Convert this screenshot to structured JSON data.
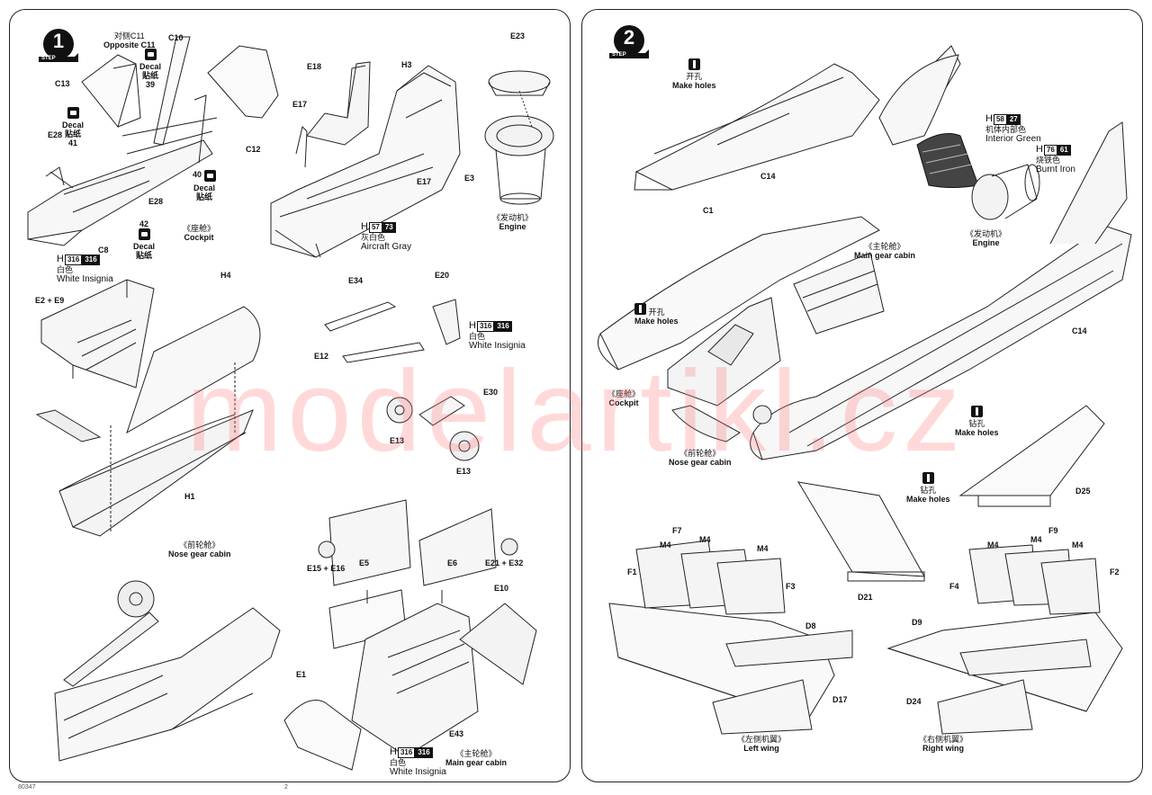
{
  "watermark": "modelartikl.cz",
  "footer": {
    "code": "80347",
    "page": "2"
  },
  "step1": {
    "step_label": "STEP",
    "step_number": "1",
    "parts": {
      "C10": "C10",
      "C11_cn": "对侧C11",
      "C11_en": "Opposite C11",
      "C13": "C13",
      "E28a": "E28",
      "E28b": "E28",
      "C8": "C8",
      "C12": "C12",
      "E18": "E18",
      "H3": "H3",
      "E17a": "E17",
      "E17b": "E17",
      "E23": "E23",
      "E3": "E3",
      "E2E9": "E2 + E9",
      "H4": "H4",
      "H1": "H1",
      "E34": "E34",
      "E20": "E20",
      "E12": "E12",
      "E30": "E30",
      "E13a": "E13",
      "E13b": "E13",
      "E5": "E5",
      "E6": "E6",
      "E15E16": "E15 + E16",
      "E21E32": "E21 + E32",
      "E10": "E10",
      "E1": "E1",
      "E43": "E43"
    },
    "decals": [
      {
        "en": "Decal",
        "cn": "贴纸",
        "num": "39"
      },
      {
        "en": "Decal",
        "cn": "贴纸",
        "num": "41"
      },
      {
        "en": "Decal",
        "cn": "贴纸",
        "num": "40"
      },
      {
        "en": "Decal",
        "cn": "贴纸",
        "num": "42"
      }
    ],
    "paints": {
      "aircraft_gray": {
        "h": "H",
        "code": "57",
        "alt": "73",
        "cn": "灰白色",
        "en": "Aircraft Gray"
      },
      "white1": {
        "h": "H",
        "code": "316",
        "alt": "316",
        "cn": "白色",
        "en": "White Insignia"
      },
      "white2": {
        "h": "H",
        "code": "316",
        "alt": "316",
        "cn": "白色",
        "en": "White Insignia"
      },
      "white3": {
        "h": "H",
        "code": "316",
        "alt": "316",
        "cn": "白色",
        "en": "White Insignia"
      }
    },
    "captions": {
      "cockpit": {
        "cn": "《座舱》",
        "en": "Cockpit"
      },
      "engine": {
        "cn": "《发动机》",
        "en": "Engine"
      },
      "nose_gear": {
        "cn": "《前轮舱》",
        "en": "Nose gear cabin"
      },
      "main_gear": {
        "cn": "《主轮舱》",
        "en": "Main gear cabin"
      }
    }
  },
  "step2": {
    "step_label": "STEP",
    "step_number": "2",
    "parts": {
      "C14a": "C14",
      "C14b": "C14",
      "C1": "C1",
      "D25": "D25",
      "D21": "D21",
      "D8": "D8",
      "D9": "D9",
      "D17": "D17",
      "D24": "D24",
      "F1": "F1",
      "F2": "F2",
      "F3": "F3",
      "F4": "F4",
      "F7": "F7",
      "F9": "F9",
      "M4a": "M4",
      "M4b": "M4",
      "M4c": "M4",
      "M4d": "M4",
      "M4e": "M4",
      "M4f": "M4"
    },
    "holes": [
      {
        "cn": "开孔",
        "en": "Make holes"
      },
      {
        "cn": "开孔",
        "en": "Make holes"
      },
      {
        "cn": "钻孔",
        "en": "Make holes"
      },
      {
        "cn": "钻孔",
        "en": "Make holes"
      }
    ],
    "paints": {
      "interior_green": {
        "h": "H",
        "code": "58",
        "alt": "27",
        "cn": "机体内部色",
        "en": "Interior Green"
      },
      "burnt_iron": {
        "h": "H",
        "code": "76",
        "alt": "61",
        "cn": "烧铁色",
        "en": "Burnt Iron"
      }
    },
    "captions": {
      "engine": {
        "cn": "《发动机》",
        "en": "Engine"
      },
      "main_gear": {
        "cn": "《主轮舱》",
        "en": "Main gear cabin"
      },
      "cockpit": {
        "cn": "《座舱》",
        "en": "Cockpit"
      },
      "nose_gear": {
        "cn": "《前轮舱》",
        "en": "Nose gear cabin"
      },
      "left_wing": {
        "cn": "《左侧机翼》",
        "en": "Left wing"
      },
      "right_wing": {
        "cn": "《右侧机翼》",
        "en": "Right wing"
      }
    }
  }
}
